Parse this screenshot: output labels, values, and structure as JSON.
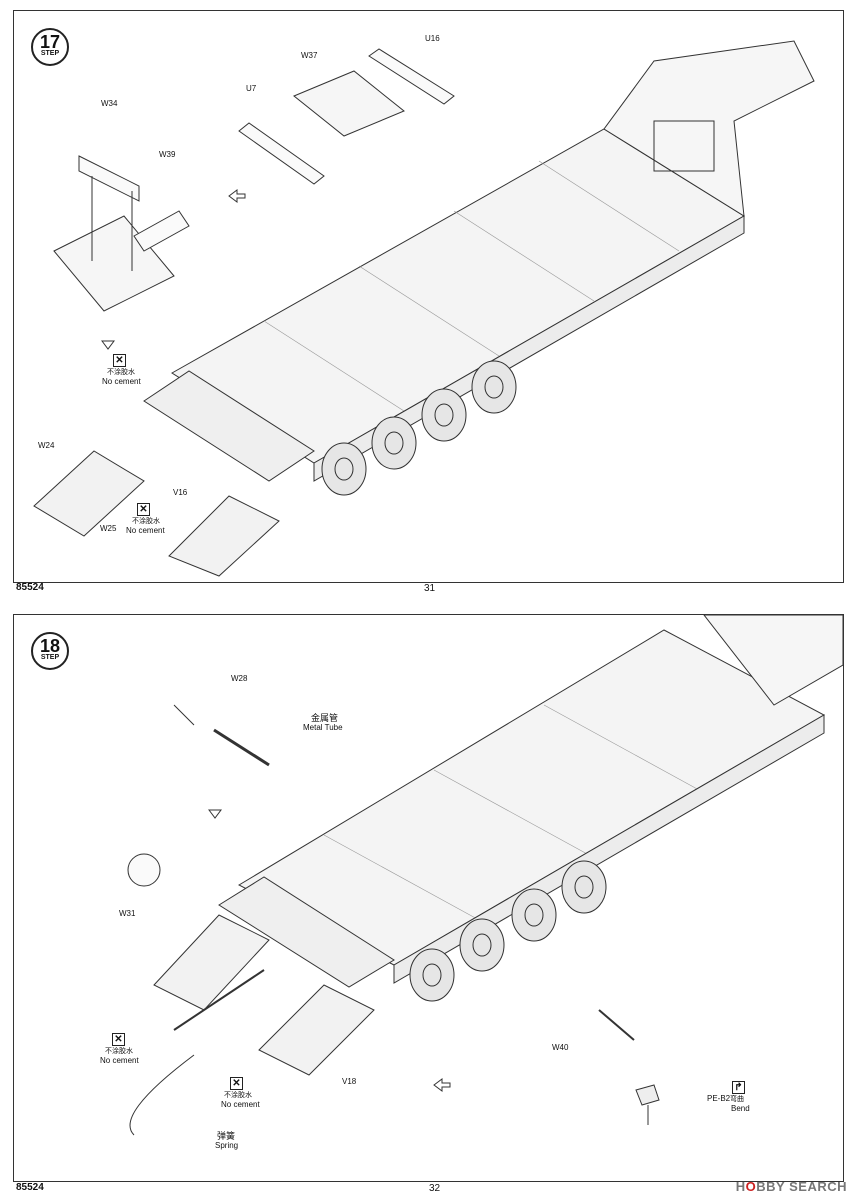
{
  "steps": [
    {
      "number": "17",
      "step_word": "STEP",
      "labels": {
        "u16": "U16",
        "w37": "W37",
        "u7": "U7",
        "w34": "W34",
        "w39": "W39",
        "w24": "W24",
        "w25": "W25",
        "v16": "V16"
      },
      "no_cement": [
        {
          "cjk": "不涂胶水",
          "en": "No cement"
        },
        {
          "cjk": "不涂胶水",
          "en": "No cement"
        }
      ]
    },
    {
      "number": "18",
      "step_word": "STEP",
      "labels": {
        "w28": "W28",
        "metal_tube_cjk": "金属管",
        "metal_tube_en": "Metal Tube",
        "w31": "W31",
        "w40": "W40",
        "pe_b2": "PE-B2",
        "bend_cjk": "弯曲",
        "bend_en": "Bend",
        "v18": "V18",
        "spring_cjk": "弹簧",
        "spring_en": "Spring"
      },
      "no_cement": [
        {
          "cjk": "不涂胶水",
          "en": "No cement"
        },
        {
          "cjk": "不涂胶水",
          "en": "No cement"
        }
      ]
    }
  ],
  "footer": {
    "kit_number_top": "85524",
    "page_top": "31",
    "kit_number_bottom": "85524",
    "page_bottom": "32"
  },
  "watermark": {
    "prefix": "H",
    "accent": "O",
    "rest": "BBY SEARCH"
  }
}
